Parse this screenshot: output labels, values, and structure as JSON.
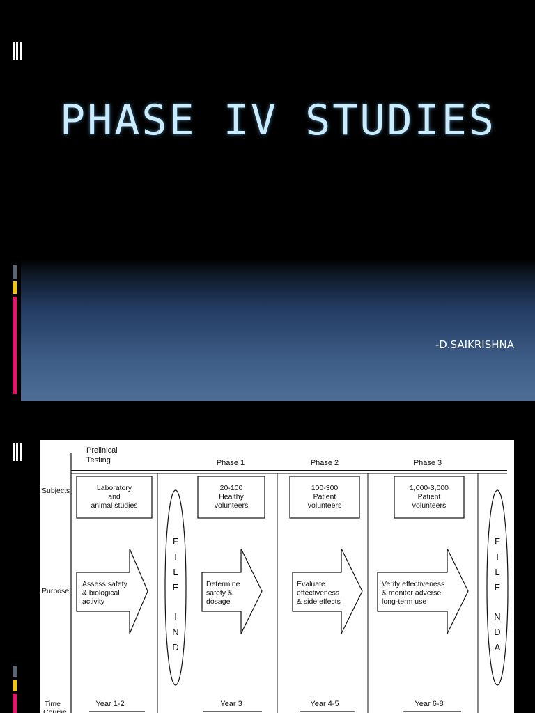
{
  "slide1": {
    "title": "PHASE IV STUDIES",
    "author": "-D.SAIKRISHNA"
  },
  "diagram": {
    "columns": [
      {
        "label": "Prelinical\nTesting"
      },
      {
        "label": "Phase 1"
      },
      {
        "label": "Phase 2"
      },
      {
        "label": "Phase 3"
      }
    ],
    "row_labels": {
      "subjects": "Subjects",
      "purpose": "Purpose",
      "time": "Time\nCourse"
    },
    "subjects": [
      "Laboratory\nand\nanimal studies",
      "20-100\nHealthy\nvolunteers",
      "100-300\nPatient\nvolunteers",
      "1,000-3,000\nPatient\nvolunteers"
    ],
    "purposes": [
      "Assess safety\n& biological\nactivity",
      "Determine\nsafety &\ndosage",
      "Evaluate\neffectiveness\n& side effects",
      "Verify effectiveness\n& monitor adverse\nlong-term use"
    ],
    "times": [
      "Year 1-2",
      "Year 3",
      "Year 4-5",
      "Year 6-8"
    ],
    "file_ind": "FILE\nIND",
    "file_nda": "FILE\nNDA"
  },
  "colors": {
    "background": "#000000",
    "title": "#c9ecff",
    "gradient_bottom": "#4e6d97",
    "accent_pink": "#e0156a",
    "accent_yellow": "#f0c419",
    "accent_gray": "#5a6470"
  }
}
